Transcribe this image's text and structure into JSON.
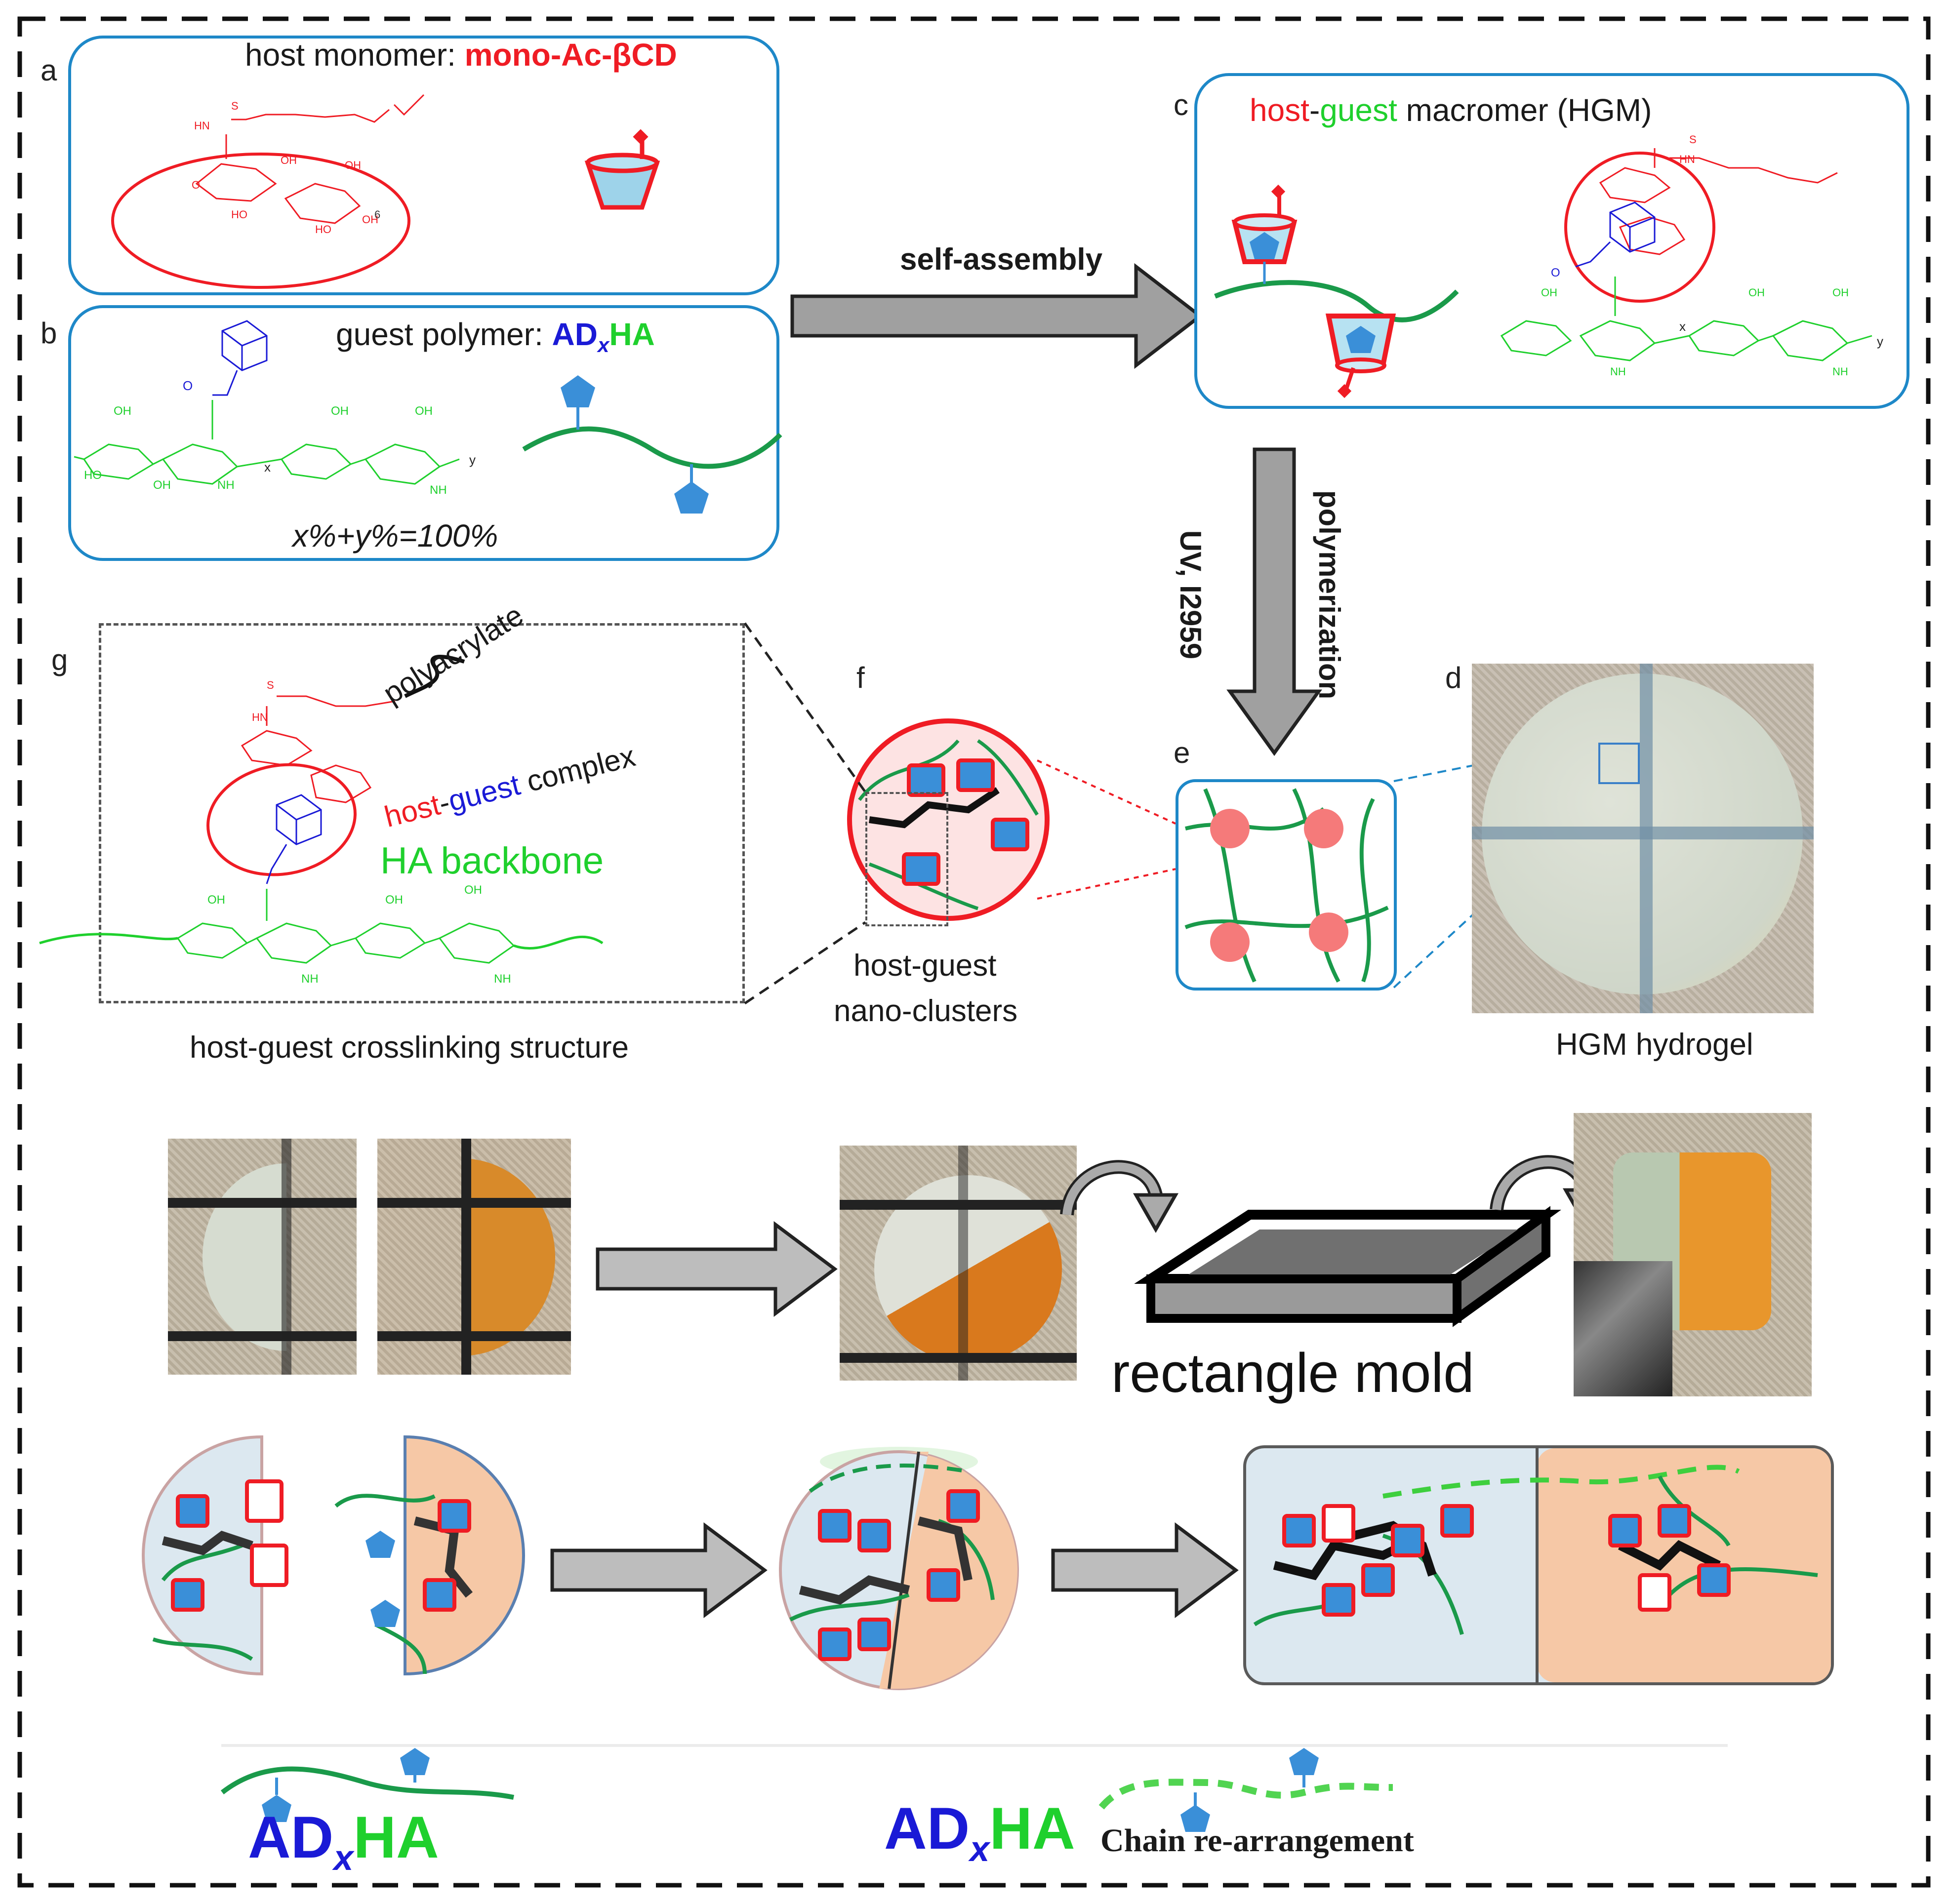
{
  "panels": {
    "a": {
      "letter": "a",
      "title_prefix": "host monomer: ",
      "title_highlight": "mono-Ac-βCD"
    },
    "b": {
      "letter": "b",
      "title_prefix": "guest polymer: ",
      "title_ad": "AD",
      "title_x": "x",
      "title_ha": "HA",
      "equation": "x%+y%=100%"
    },
    "c": {
      "letter": "c",
      "title_host": "host",
      "title_dash": "-",
      "title_guest": "guest",
      "title_rest": " macromer (HGM)"
    },
    "d": {
      "letter": "d",
      "caption": "HGM hydrogel"
    },
    "e": {
      "letter": "e"
    },
    "f": {
      "letter": "f",
      "caption_line1": "host-guest",
      "caption_line2": "nano-clusters"
    },
    "g": {
      "letter": "g",
      "label_polyacrylate": "polyacrylate",
      "label_host": "host",
      "label_dash": "-",
      "label_guest": "guest",
      "label_complex": " complex",
      "label_backbone": "HA backbone",
      "caption": "host-guest crosslinking structure"
    }
  },
  "arrows": {
    "self_assembly": "self-assembly",
    "uv": "UV, I2959",
    "polymerization": "polymerization"
  },
  "chem": {
    "oh": "OH",
    "ho": "HO",
    "o": "O",
    "nh": "NH",
    "hn": "HN",
    "s": "S",
    "x": "x",
    "y": "y",
    "n6": "6"
  },
  "bottom": {
    "mold_label": "rectangle mold",
    "legend_ad": "AD",
    "legend_x": "x",
    "legend_ha": "HA",
    "legend2_ad": "AD",
    "legend2_x": "x",
    "legend2_ha": "HA",
    "chain_label": "Chain re-arrangement"
  },
  "colors": {
    "host_red": "#ef1c24",
    "guest_green": "#1fd02d",
    "adamantane_blue": "#1a1ad6",
    "panel_border": "#1e88c8",
    "pentagon": "#3a8fd8",
    "chain_green": "#1a9a4a",
    "gel_orange": "#e8801a"
  }
}
